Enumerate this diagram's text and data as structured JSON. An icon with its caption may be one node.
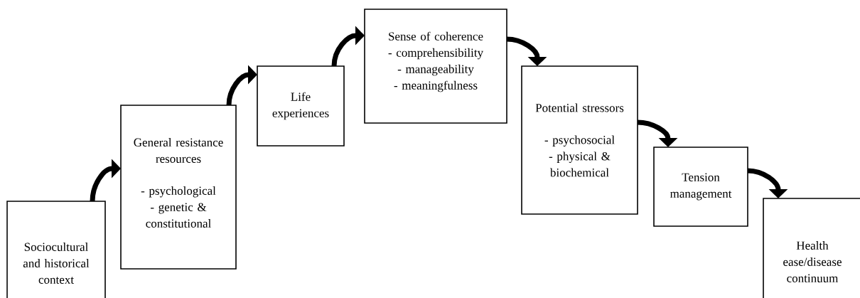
{
  "diagram": {
    "nodes": [
      {
        "text": [
          "Sociocultural and historical context"
        ]
      },
      {
        "text": [
          "General resistance resources",
          "- psychological - genetic & constitutional"
        ]
      },
      {
        "text": [
          "Life experiences"
        ]
      },
      {
        "text": [
          "Sense of coherence",
          "- comprehensibility - manageability - meaningfulness"
        ]
      },
      {
        "text": [
          "Potential stressors",
          "- psychosocial - physical & biochemical"
        ]
      },
      {
        "text": [
          "Tension management"
        ]
      },
      {
        "text": [
          "Health ease/disease continuum"
        ]
      }
    ],
    "edges": [
      {
        "from": 0,
        "to": 1,
        "arrow": "to"
      },
      {
        "from": 1,
        "to": 2,
        "arrow": "to"
      },
      {
        "from": 2,
        "to": 3,
        "arrow": "to"
      },
      {
        "from": 3,
        "to": 4,
        "arrow": "to"
      },
      {
        "from": 4,
        "to": 5,
        "arrow": "to"
      },
      {
        "from": 5,
        "to": 6,
        "arrow": "to"
      }
    ]
  }
}
